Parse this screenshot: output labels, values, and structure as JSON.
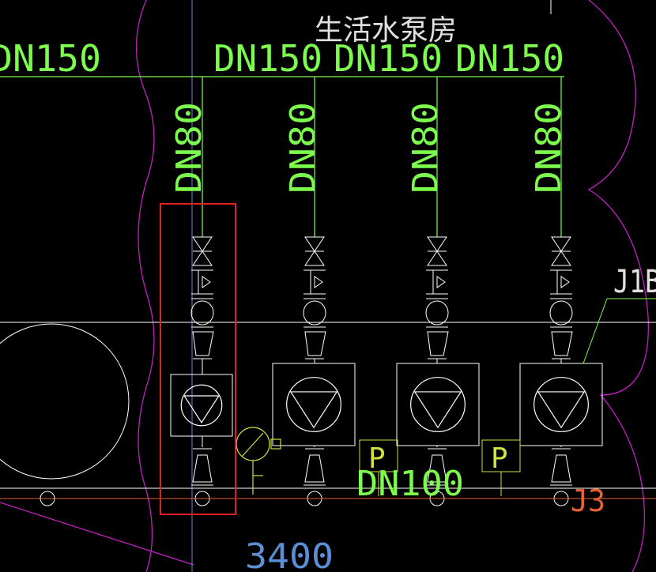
{
  "title": "生活水泵房",
  "main_pipe_labels": [
    "DN150",
    "DN150",
    "DN150",
    "DN150"
  ],
  "branch_pipe_labels": [
    "DN80",
    "DN80",
    "DN80",
    "DN80"
  ],
  "tag_j1b": "J1B",
  "tag_j3": "J3",
  "pressure_labels": [
    "P",
    "P"
  ],
  "dn100_label": "DN100",
  "dimension_label": "3400",
  "colors": {
    "background": "#000000",
    "pipe_green": "#7cfc4c",
    "equipment_white": "#ffffff",
    "wall_magenta": "#c020c0",
    "axis_blue": "#5a8fd6",
    "highlight_red": "#e02020",
    "gauge_yellow": "#d0e040",
    "j3_orange": "#e86030"
  },
  "icons": {
    "valve": "gate-valve-icon",
    "check_valve": "check-valve-icon",
    "pump": "pump-icon",
    "gauge": "pressure-gauge-icon"
  }
}
